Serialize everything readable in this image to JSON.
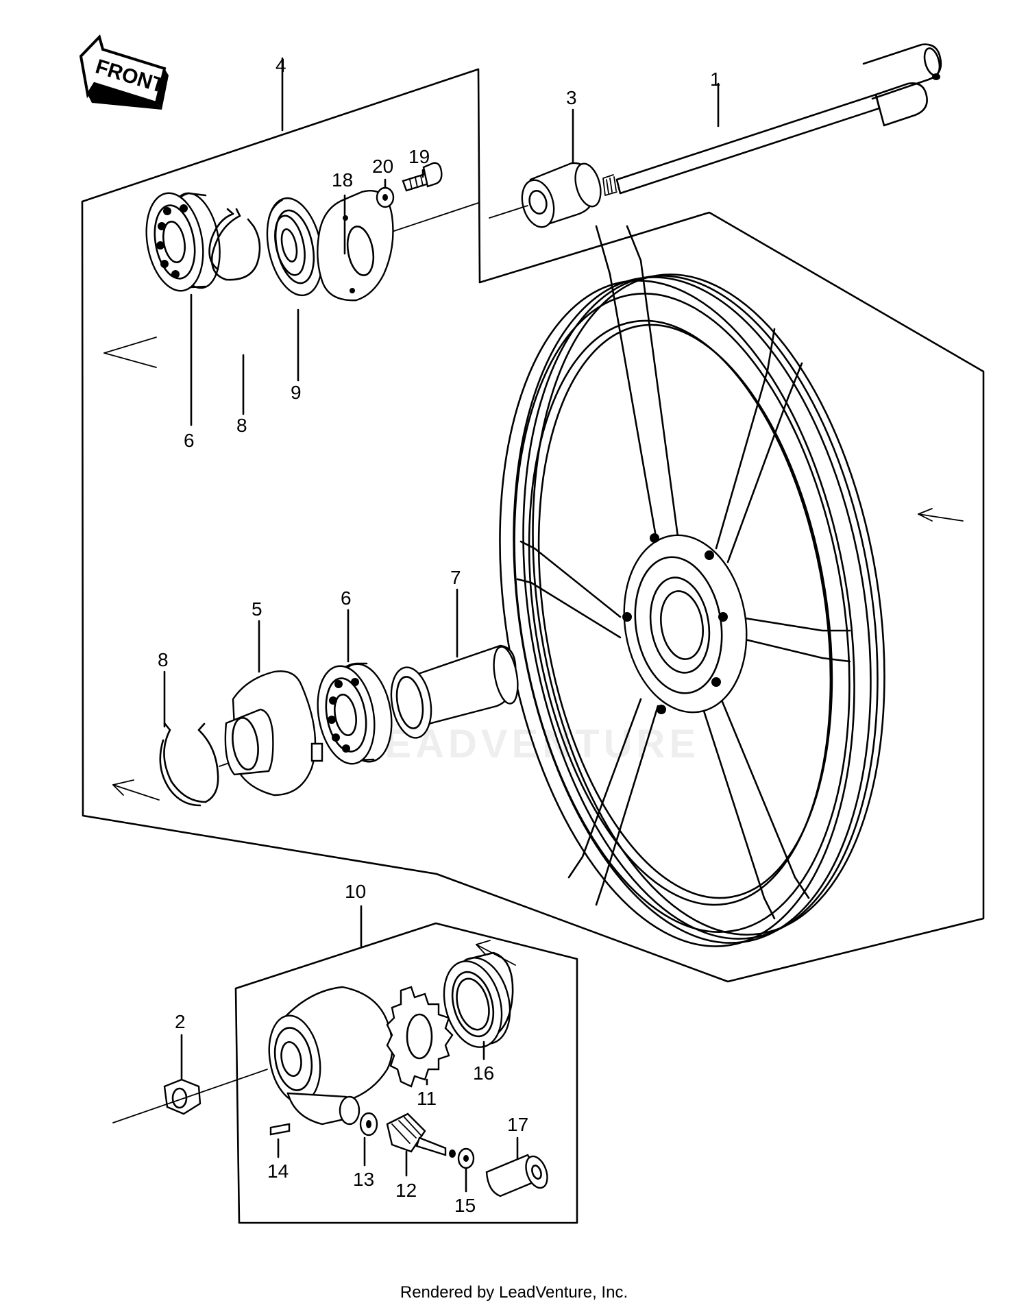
{
  "front_label": "FRONT",
  "watermark": "LEADVENTURE",
  "footer": "Rendered by LeadVenture, Inc.",
  "callouts": {
    "c1": "1",
    "c2": "2",
    "c3": "3",
    "c4": "4",
    "c5": "5",
    "c6a": "6",
    "c6b": "6",
    "c7": "7",
    "c8a": "8",
    "c8b": "8",
    "c9": "9",
    "c10": "10",
    "c11": "11",
    "c12": "12",
    "c13": "13",
    "c14": "14",
    "c15": "15",
    "c16": "16",
    "c17": "17",
    "c18": "18",
    "c19": "19",
    "c20": "20"
  }
}
